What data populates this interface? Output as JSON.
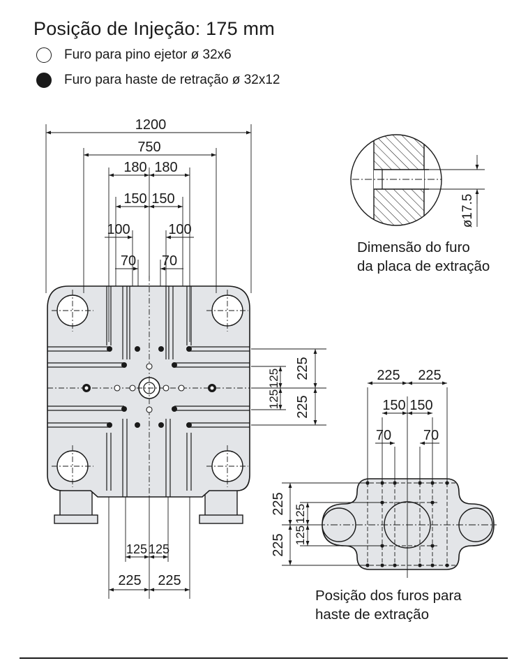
{
  "title": "Posição de Injeção: 175 mm",
  "legend": [
    {
      "label": "Furo para pino ejetor ø 32x6",
      "symbol": "open-circle"
    },
    {
      "label": "Furo para haste de retração ø 32x12",
      "symbol": "filled-circle"
    }
  ],
  "captions": {
    "hole_dimension_line1": "Dimensão do furo",
    "hole_dimension_line2": "da placa de extração",
    "positions_line1": "Posição dos furos para",
    "positions_line2": "haste de extração"
  },
  "main_plate_dims": {
    "d1200": "1200",
    "d750": "750",
    "d180_left": "180",
    "d180_right": "180",
    "d150_left": "150",
    "d150_right": "150",
    "d100_left": "100",
    "d100_right": "100",
    "d70_left": "70",
    "d70_right": "70",
    "r225_top": "225",
    "r225_bottom": "225",
    "r125_top": "125",
    "r125_bottom": "125",
    "b125_left": "125",
    "b125_right": "125",
    "b225_left": "225",
    "b225_right": "225"
  },
  "detail_dims": {
    "d17_5": "ø17.5"
  },
  "small_plate_dims": {
    "t225_left": "225",
    "t225_right": "225",
    "t150_left": "150",
    "t150_right": "150",
    "t70_left": "70",
    "t70_right": "70",
    "l225_top": "225",
    "l225_bottom": "225",
    "l125_top": "125",
    "l125_bottom": "125"
  },
  "colors": {
    "plate_fill": "#e3e5e8",
    "line": "#1a1a1a"
  }
}
